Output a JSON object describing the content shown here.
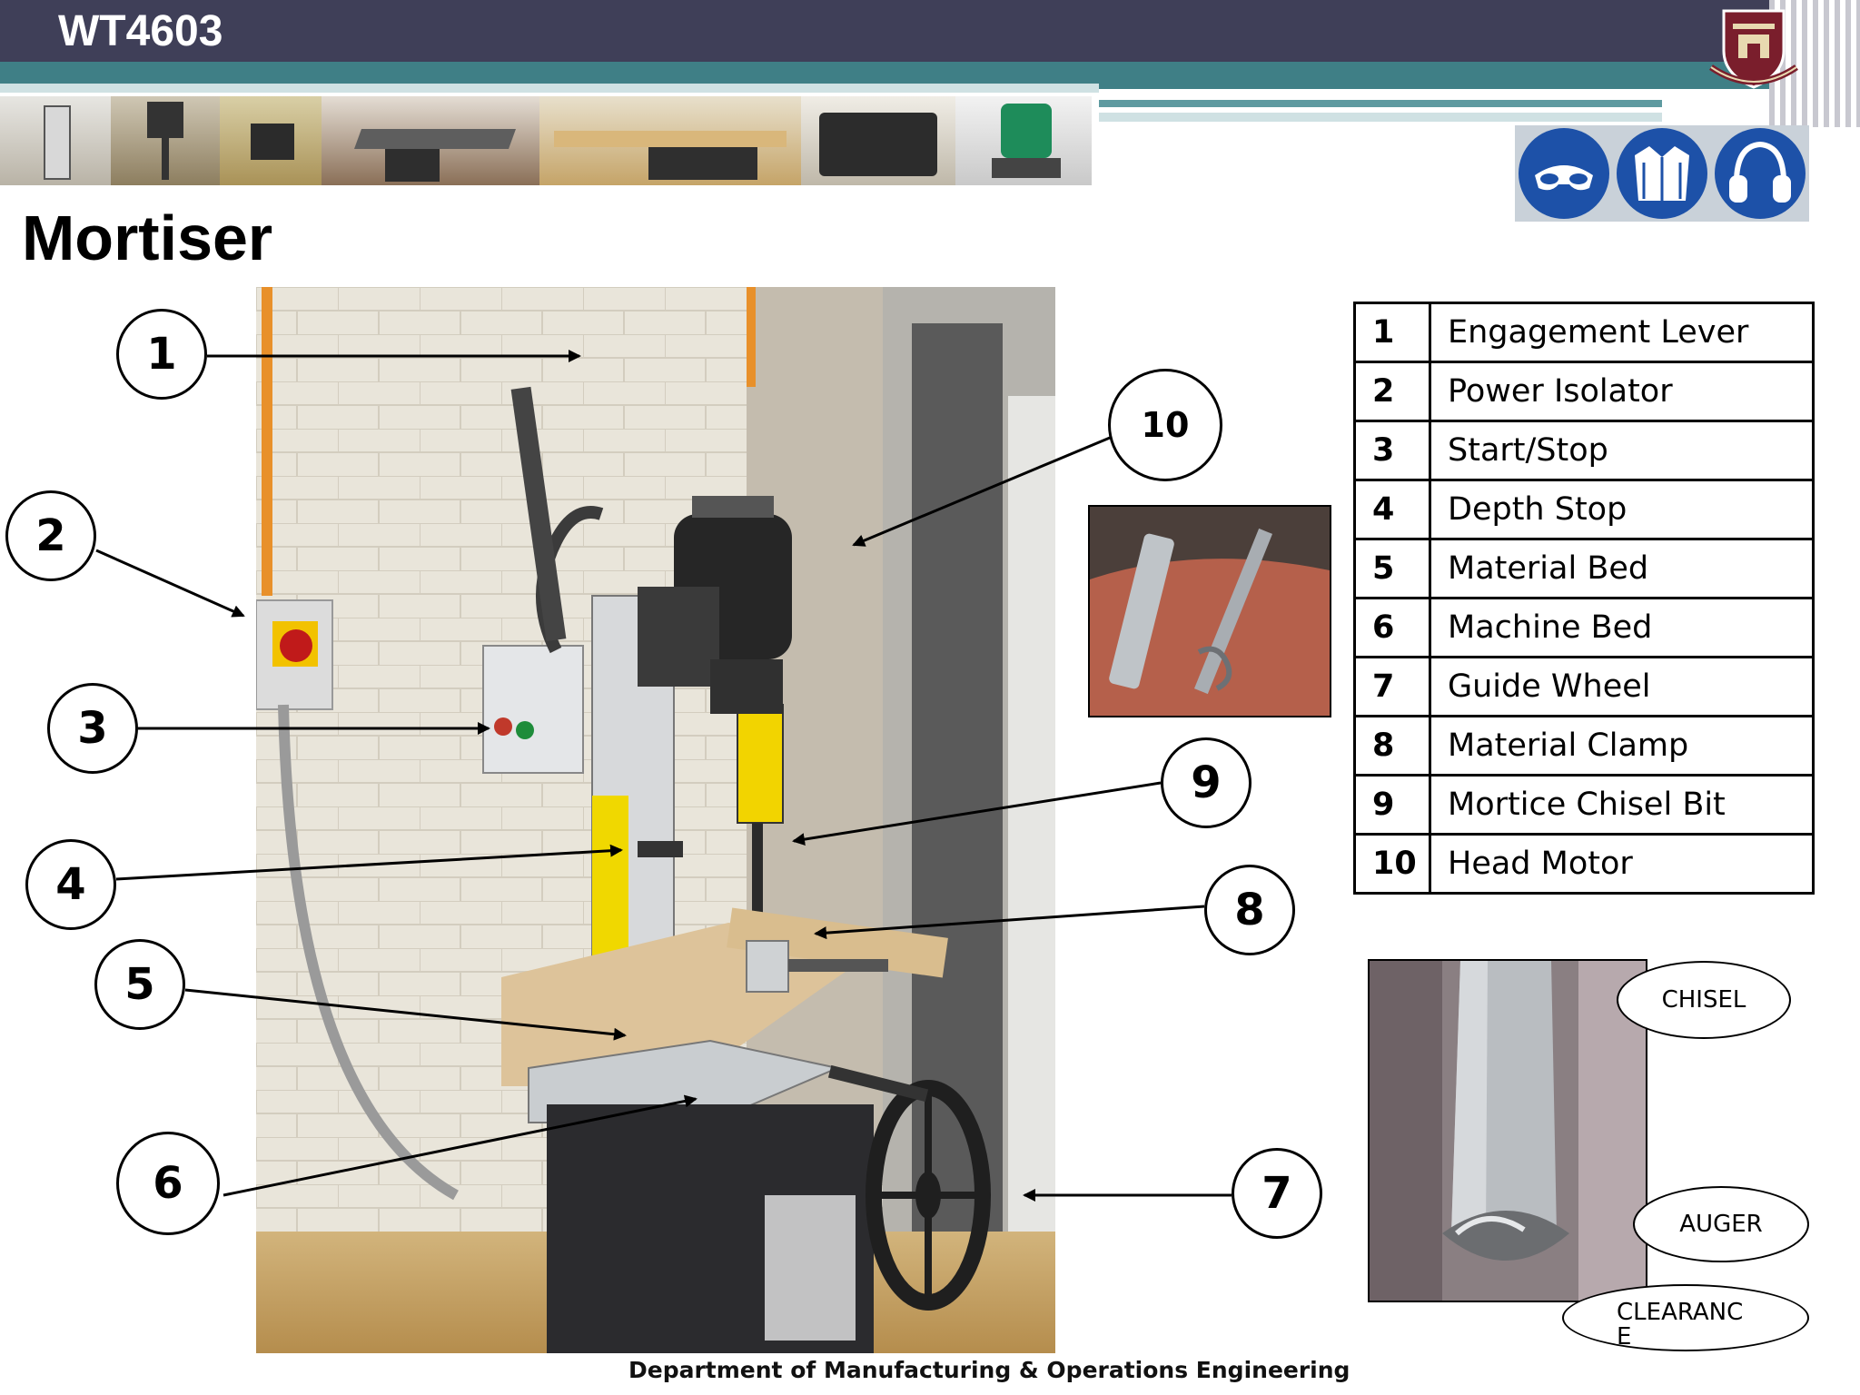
{
  "header": {
    "course_code": "WT4603"
  },
  "page": {
    "title": "Mortiser"
  },
  "callouts": [
    "1",
    "2",
    "3",
    "4",
    "5",
    "6",
    "7",
    "8",
    "9",
    "10"
  ],
  "legend": [
    {
      "num": "1",
      "label": "Engagement Lever"
    },
    {
      "num": "2",
      "label": "Power Isolator"
    },
    {
      "num": "3",
      "label": "Start/Stop"
    },
    {
      "num": "4",
      "label": "Depth Stop"
    },
    {
      "num": "5",
      "label": "Material Bed"
    },
    {
      "num": "6",
      "label": "Machine Bed"
    },
    {
      "num": "7",
      "label": "Guide Wheel"
    },
    {
      "num": "8",
      "label": "Material Clamp"
    },
    {
      "num": "9",
      "label": "Mortice Chisel Bit"
    },
    {
      "num": "10",
      "label": "Head Motor"
    }
  ],
  "detail_labels": {
    "chisel": "CHISEL",
    "auger": "AUGER",
    "clearance_line1": "CLEARANC",
    "clearance_line2": "E"
  },
  "safety_icons": [
    "eye-protection-icon",
    "protective-coat-icon",
    "ear-protection-icon"
  ],
  "footer": {
    "text": "Department of Manufacturing & Operations Engineering"
  },
  "colors": {
    "header": "#3f3f58",
    "teal": "#3f7f86",
    "safety_blue": "#1d51a8"
  }
}
